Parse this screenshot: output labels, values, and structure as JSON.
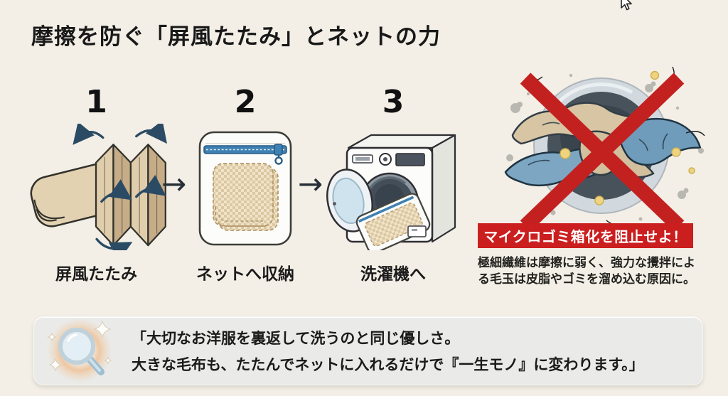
{
  "title": "摩擦を防ぐ「屏風たたみ」とネットの力",
  "arrow_glyph": "→",
  "steps": [
    {
      "number": "1",
      "label": "屏風たたみ"
    },
    {
      "number": "2",
      "label": "ネットへ収納"
    },
    {
      "number": "3",
      "label": "洗濯機へ"
    }
  ],
  "warning": {
    "banner": "マイクロゴミ箱化を阻止せよ！",
    "caption_line1": "極細繊維は摩擦に弱く、強力な攪拌によ",
    "caption_line2": "る毛玉は皮脂やゴミを溜め込む原因に。"
  },
  "quote": {
    "line1": "「大切なお洋服を裏返して洗うのと同じ優しさ。",
    "line2": "大きな毛布も、たたんでネットに入れるだけで『一生モノ』に変わります。」"
  },
  "icons": {
    "step1_illustration": "accordion-fold-blanket",
    "step2_illustration": "laundry-net-bag",
    "step3_illustration": "washing-machine",
    "warning_illustration": "crossed-out-washing-drum",
    "quote_icon": "sparkle-magnifier",
    "cursor": "mouse-pointer"
  },
  "colors": {
    "background": "#f3efe6",
    "text": "#1c1c1c",
    "warning_red": "#c7201f",
    "banner_text": "#ffffff",
    "blanket_beige": "#dac7a6",
    "fabric_blue": "#7ca6c2",
    "zipper_blue": "#3f81b2",
    "arrow_navy": "#2b4a63",
    "card_gray": "#eaeae8"
  }
}
